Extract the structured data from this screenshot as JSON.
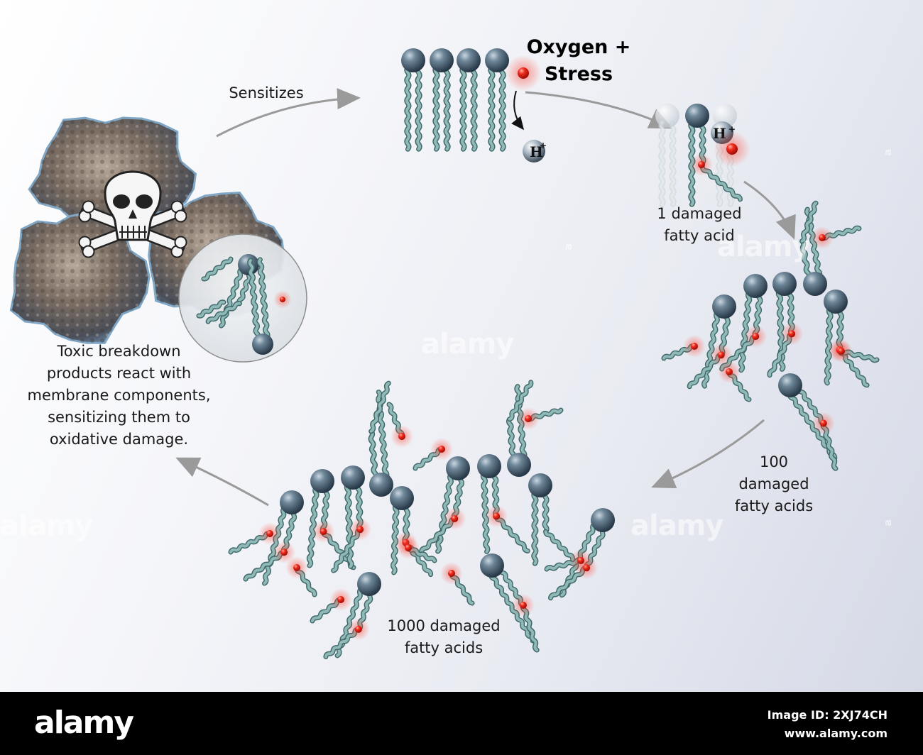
{
  "labels": {
    "sensitizes": "Sensitizes",
    "oxygen_stress": "Oxygen +\nStress",
    "h_plus": "H",
    "h_plus_sup": "+",
    "one_damaged": "1 damaged\nfatty acid",
    "hundred_damaged": "100\ndamaged\nfatty acids",
    "thousand_damaged": "1000 damaged\nfatty acids",
    "toxic": "Toxic breakdown\nproducts react with\nmembrane components,\nsensitizing them to\noxidative damage."
  },
  "watermark": {
    "text": "alamy",
    "vertical_text": "a"
  },
  "footer": {
    "logo": "alamy",
    "image_id_label": "Image ID: 2XJ74CH",
    "site": "www.alamy.com"
  },
  "colors": {
    "lipid_head": "#4a6478",
    "lipid_tail": "#8fb8b6",
    "radical": "#e8231a",
    "arrow": "#9a9a9a"
  }
}
